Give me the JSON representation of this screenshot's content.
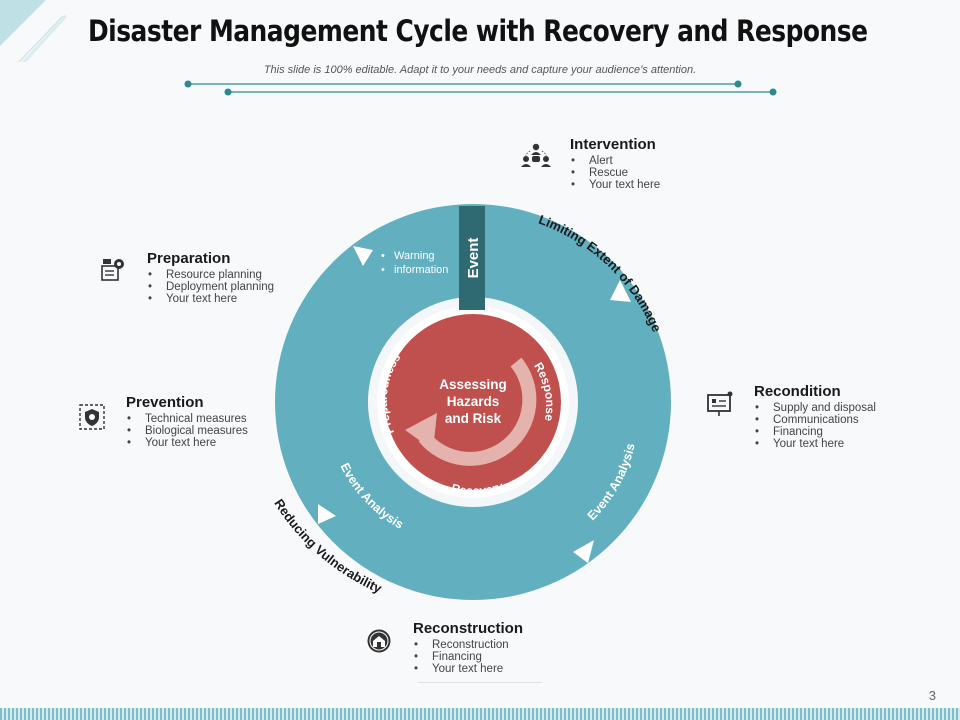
{
  "title": "Disaster Management Cycle with Recovery and Response",
  "subtitle": "This slide is 100% editable. Adapt it to your needs and capture your audience’s attention.",
  "page_number": "3",
  "colors": {
    "ring": "#62afbf",
    "ring_dark": "#2f6a73",
    "core": "#c0504d",
    "core_arrow": "#e4b3ae",
    "accent_line": "#2b8a8e"
  },
  "diagram": {
    "event_label": "Event",
    "center_text": [
      "Assessing",
      "Hazards",
      "and Risk"
    ],
    "inner_labels": {
      "preparedness": "Preparedness",
      "response": "Response",
      "recovery": "Recovery"
    },
    "outer_labels": {
      "limiting": "Limiting Extent of Damage",
      "reducing": "Reducing Vulnerability",
      "event_analysis_right": "Event Analysis",
      "event_analysis_left": "Event Analysis"
    },
    "warning_items": [
      "Warning",
      "information"
    ]
  },
  "blocks": {
    "intervention": {
      "title": "Intervention",
      "icon": "people-chat-icon",
      "items": [
        "Alert",
        "Rescue",
        "Your text here"
      ]
    },
    "preparation": {
      "title": "Preparation",
      "icon": "planning-gear-icon",
      "items": [
        "Resource planning",
        "Deployment planning",
        "Your text here"
      ]
    },
    "recondition": {
      "title": "Recondition",
      "icon": "board-chart-icon",
      "items": [
        "Supply and disposal",
        "Communications",
        "Financing",
        "Your text here"
      ]
    },
    "prevention": {
      "title": "Prevention",
      "icon": "shield-gear-icon",
      "items": [
        "Technical measures",
        "Biological measures",
        "Your text here"
      ]
    },
    "reconstruction": {
      "title": "Reconstruction",
      "icon": "house-repair-icon",
      "items": [
        "Reconstruction",
        "Financing",
        "Your text here"
      ]
    }
  }
}
